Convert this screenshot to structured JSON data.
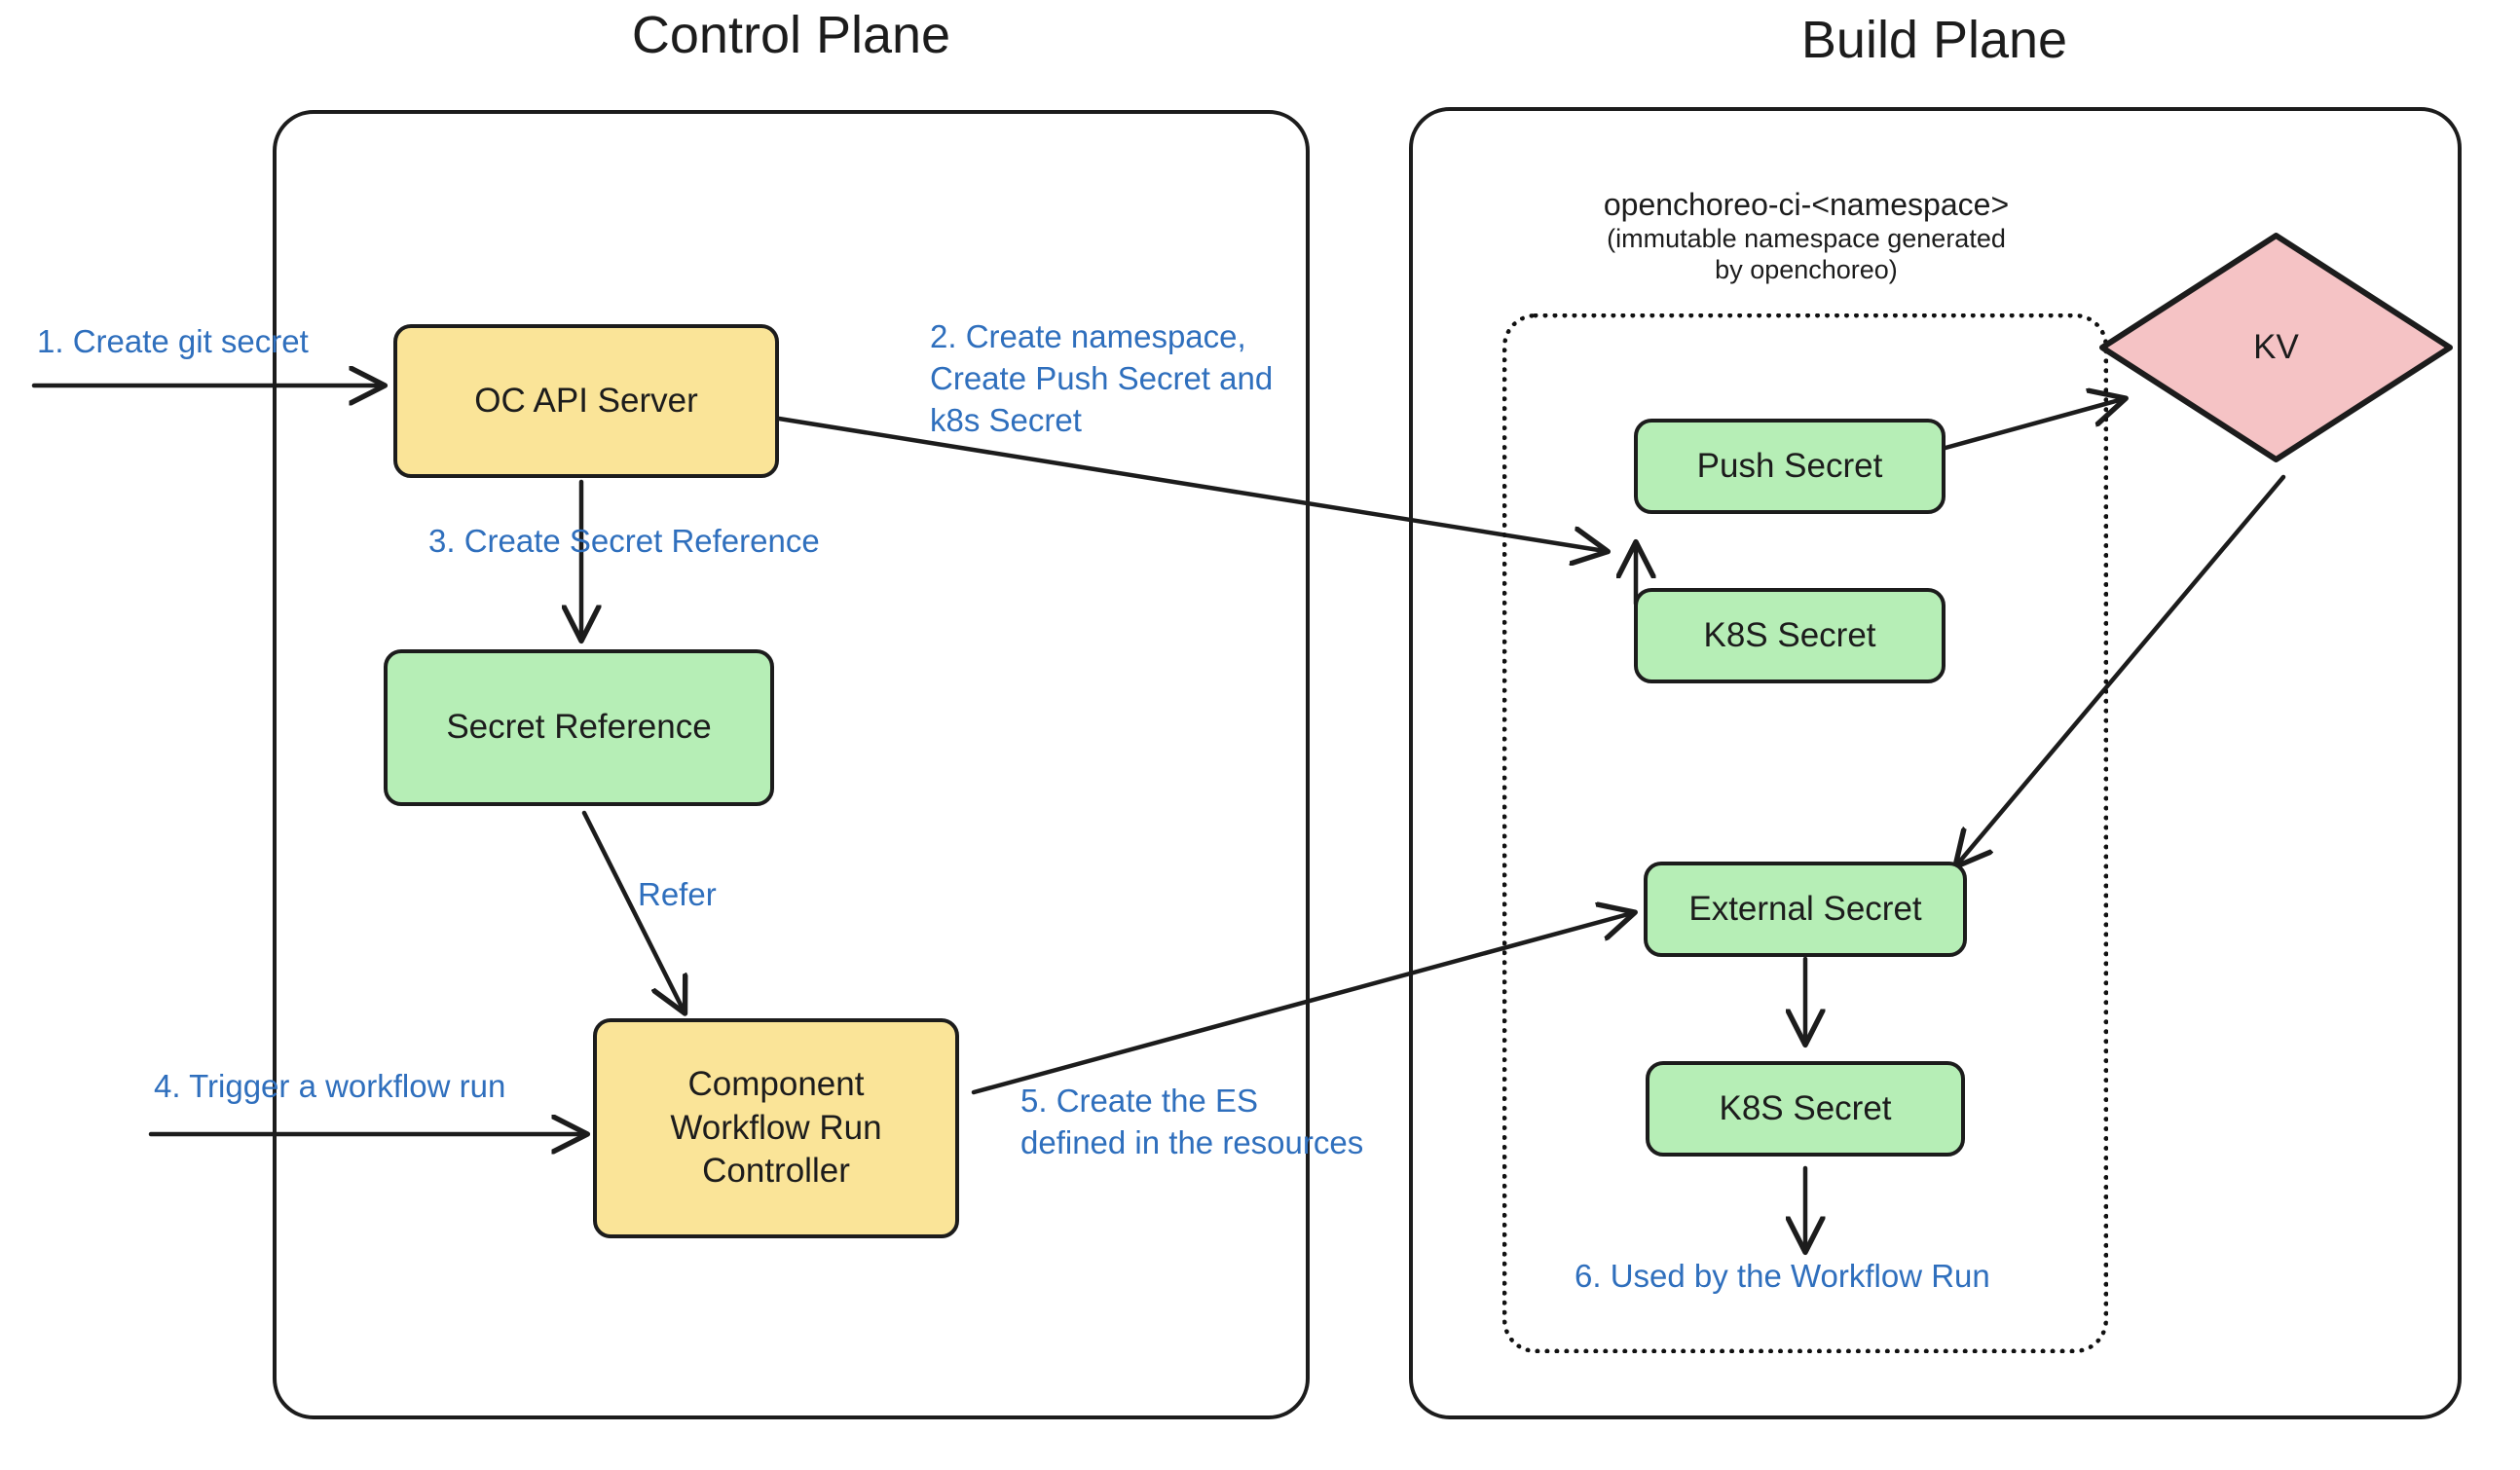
{
  "planes": [
    {
      "id": "control-plane",
      "title": "Control Plane"
    },
    {
      "id": "build-plane",
      "title": "Build Plane"
    }
  ],
  "namespace": {
    "name": "openchoreo-ci-<namespace>",
    "note_line1": "(immutable namespace generated",
    "note_line2": "by openchoreo)"
  },
  "nodes": {
    "oc_api_server": "OC API Server",
    "secret_reference": "Secret Reference",
    "component_workflow_run_controller": "Component\nWorkflow Run\nController",
    "push_secret": "Push Secret",
    "k8s_secret_top": "K8S Secret",
    "external_secret": "External Secret",
    "k8s_secret_bottom": "K8S Secret",
    "kv": "KV"
  },
  "edge_labels": {
    "step1": "1. Create git secret",
    "step2": "2. Create namespace,\nCreate Push Secret and\nk8s Secret",
    "step3": "3. Create Secret Reference",
    "refer": "Refer",
    "step4": "4. Trigger a workflow run",
    "step5": "5. Create the ES\ndefined in the resources",
    "step6": "6. Used by the Workflow Run"
  },
  "colors": {
    "node_yellow": "#fae498",
    "node_green": "#b6eeb6",
    "node_pink": "#f5c3c5",
    "stroke": "#1c1c1c",
    "label_blue": "#2f6fbd",
    "background": "#ffffff"
  }
}
